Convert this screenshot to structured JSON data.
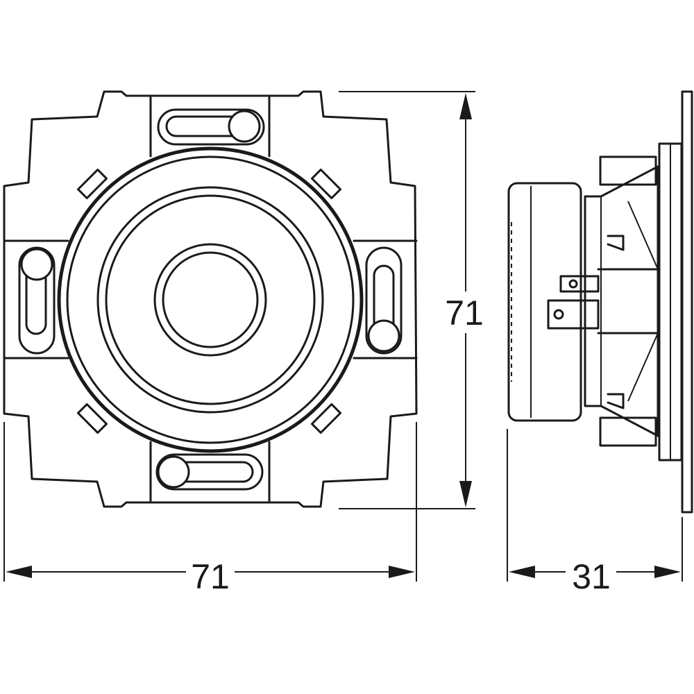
{
  "dimensions": {
    "width": "71",
    "height": "71",
    "depth": "31"
  },
  "colors": {
    "line": "#1a1a1a",
    "background": "#ffffff"
  }
}
